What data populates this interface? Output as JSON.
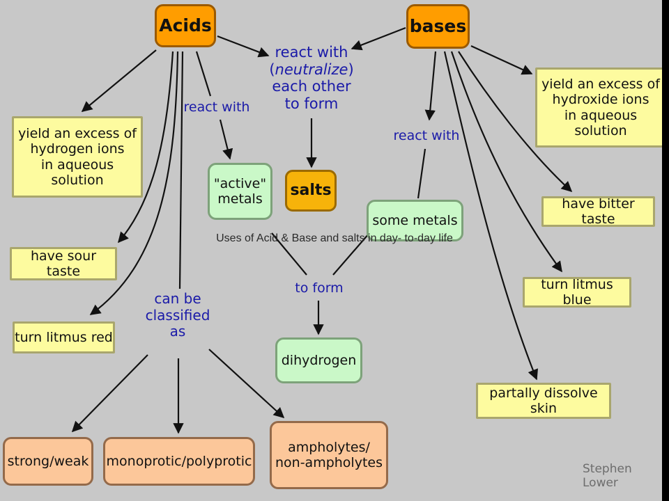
{
  "nodes": {
    "acids": "Acids",
    "bases": "bases",
    "salts": "salts",
    "acid_yield": "yield an excess of\nhydrogen ions\nin aqueous solution",
    "acid_sour": "have sour taste",
    "acid_litmus": "turn litmus red",
    "active_metals": "\"active\"\nmetals",
    "some_metals": "some metals",
    "dihydrogen": "dihydrogen",
    "base_yield": "yield an excess of\nhydroxide ions\nin aqueous solution",
    "base_bitter": "have bitter taste",
    "base_litmus": "turn litmus blue",
    "base_skin": "partally dissolve skin",
    "strong_weak": "strong/weak",
    "monoprotic": "monoprotic/polyprotic",
    "ampholytes": "ampholytes/\nnon-ampholytes"
  },
  "links": {
    "neutralize_line1": "react with",
    "neutralize_word": "neutralize",
    "neutralize_line3": "each other",
    "neutralize_line4": "to form",
    "acid_react": "react with",
    "base_react": "react with",
    "to_form": "to form",
    "classified": "can be\nclassified\nas"
  },
  "overlay_caption": "Uses of Acid & Base and salts in day- to-day life",
  "credit": "Stephen Lower",
  "colors": {
    "background": "#c8c8c8",
    "link_text": "#1a1aa8",
    "yellow_box": "#fdfb9f",
    "orange_box": "#ff9d00",
    "green_box": "#caf8c8",
    "peach_box": "#fcc79a"
  }
}
